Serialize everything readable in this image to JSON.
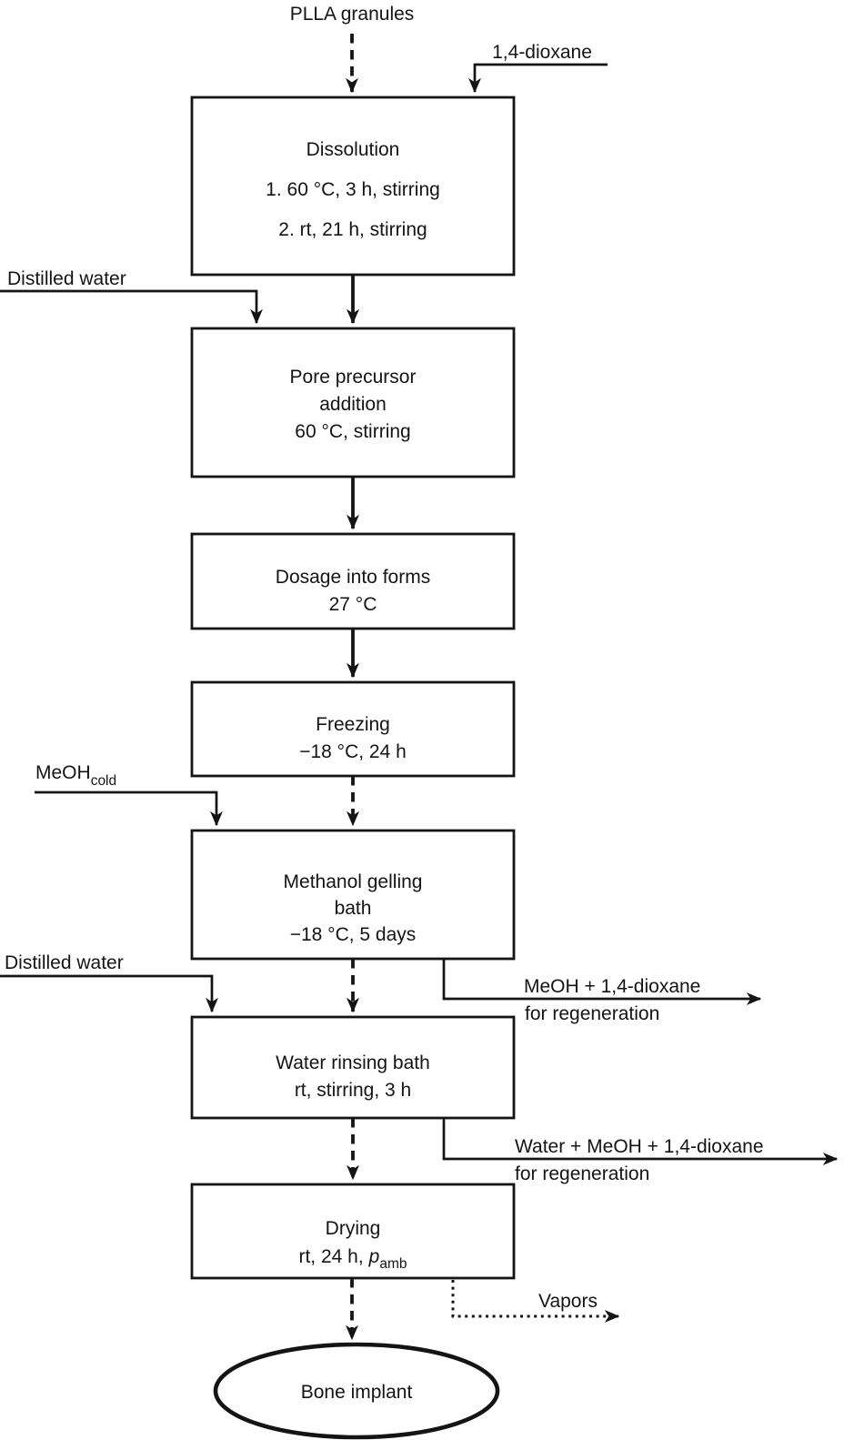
{
  "figure": {
    "kind": "process-flowchart",
    "colors": {
      "ink": "#141414",
      "background": "#ffffff"
    },
    "nodes": {
      "start": "PLLA granules",
      "dissolution": {
        "l1": "Dissolution",
        "l2": "1. 60 °C, 3 h, stirring",
        "l3": "2. rt, 21 h, stirring"
      },
      "pore": {
        "l1": "Pore precursor",
        "l2": "addition",
        "l3": "60 °C, stirring"
      },
      "dosage": {
        "l1": "Dosage into forms",
        "l2": "27 °C"
      },
      "freezing": {
        "l1": "Freezing",
        "l2": "−18 °C, 24 h"
      },
      "methanol": {
        "l1": "Methanol gelling",
        "l2": "bath",
        "l3": "−18 °C, 5 days"
      },
      "water_rinse": {
        "l1": "Water rinsing bath",
        "l2": "rt, stirring, 3 h"
      },
      "drying": {
        "l1": "Drying",
        "l2a": "rt, 24 h,",
        "l2b": "p",
        "l2c": "amb"
      },
      "end": "Bone implant"
    },
    "inputs": {
      "dioxane": "1,4-dioxane",
      "distilled_water_1": "Distilled water",
      "meoh_main": "MeOH",
      "meoh_sub": "cold",
      "distilled_water_2": "Distilled water"
    },
    "outputs": {
      "meoh_dioxane_1": "MeOH + 1,4-dioxane",
      "meoh_dioxane_2": "for regeneration",
      "water_meoh_1": "Water + MeOH + 1,4-dioxane",
      "water_meoh_2": "for regeneration",
      "vapors": "Vapors"
    }
  }
}
